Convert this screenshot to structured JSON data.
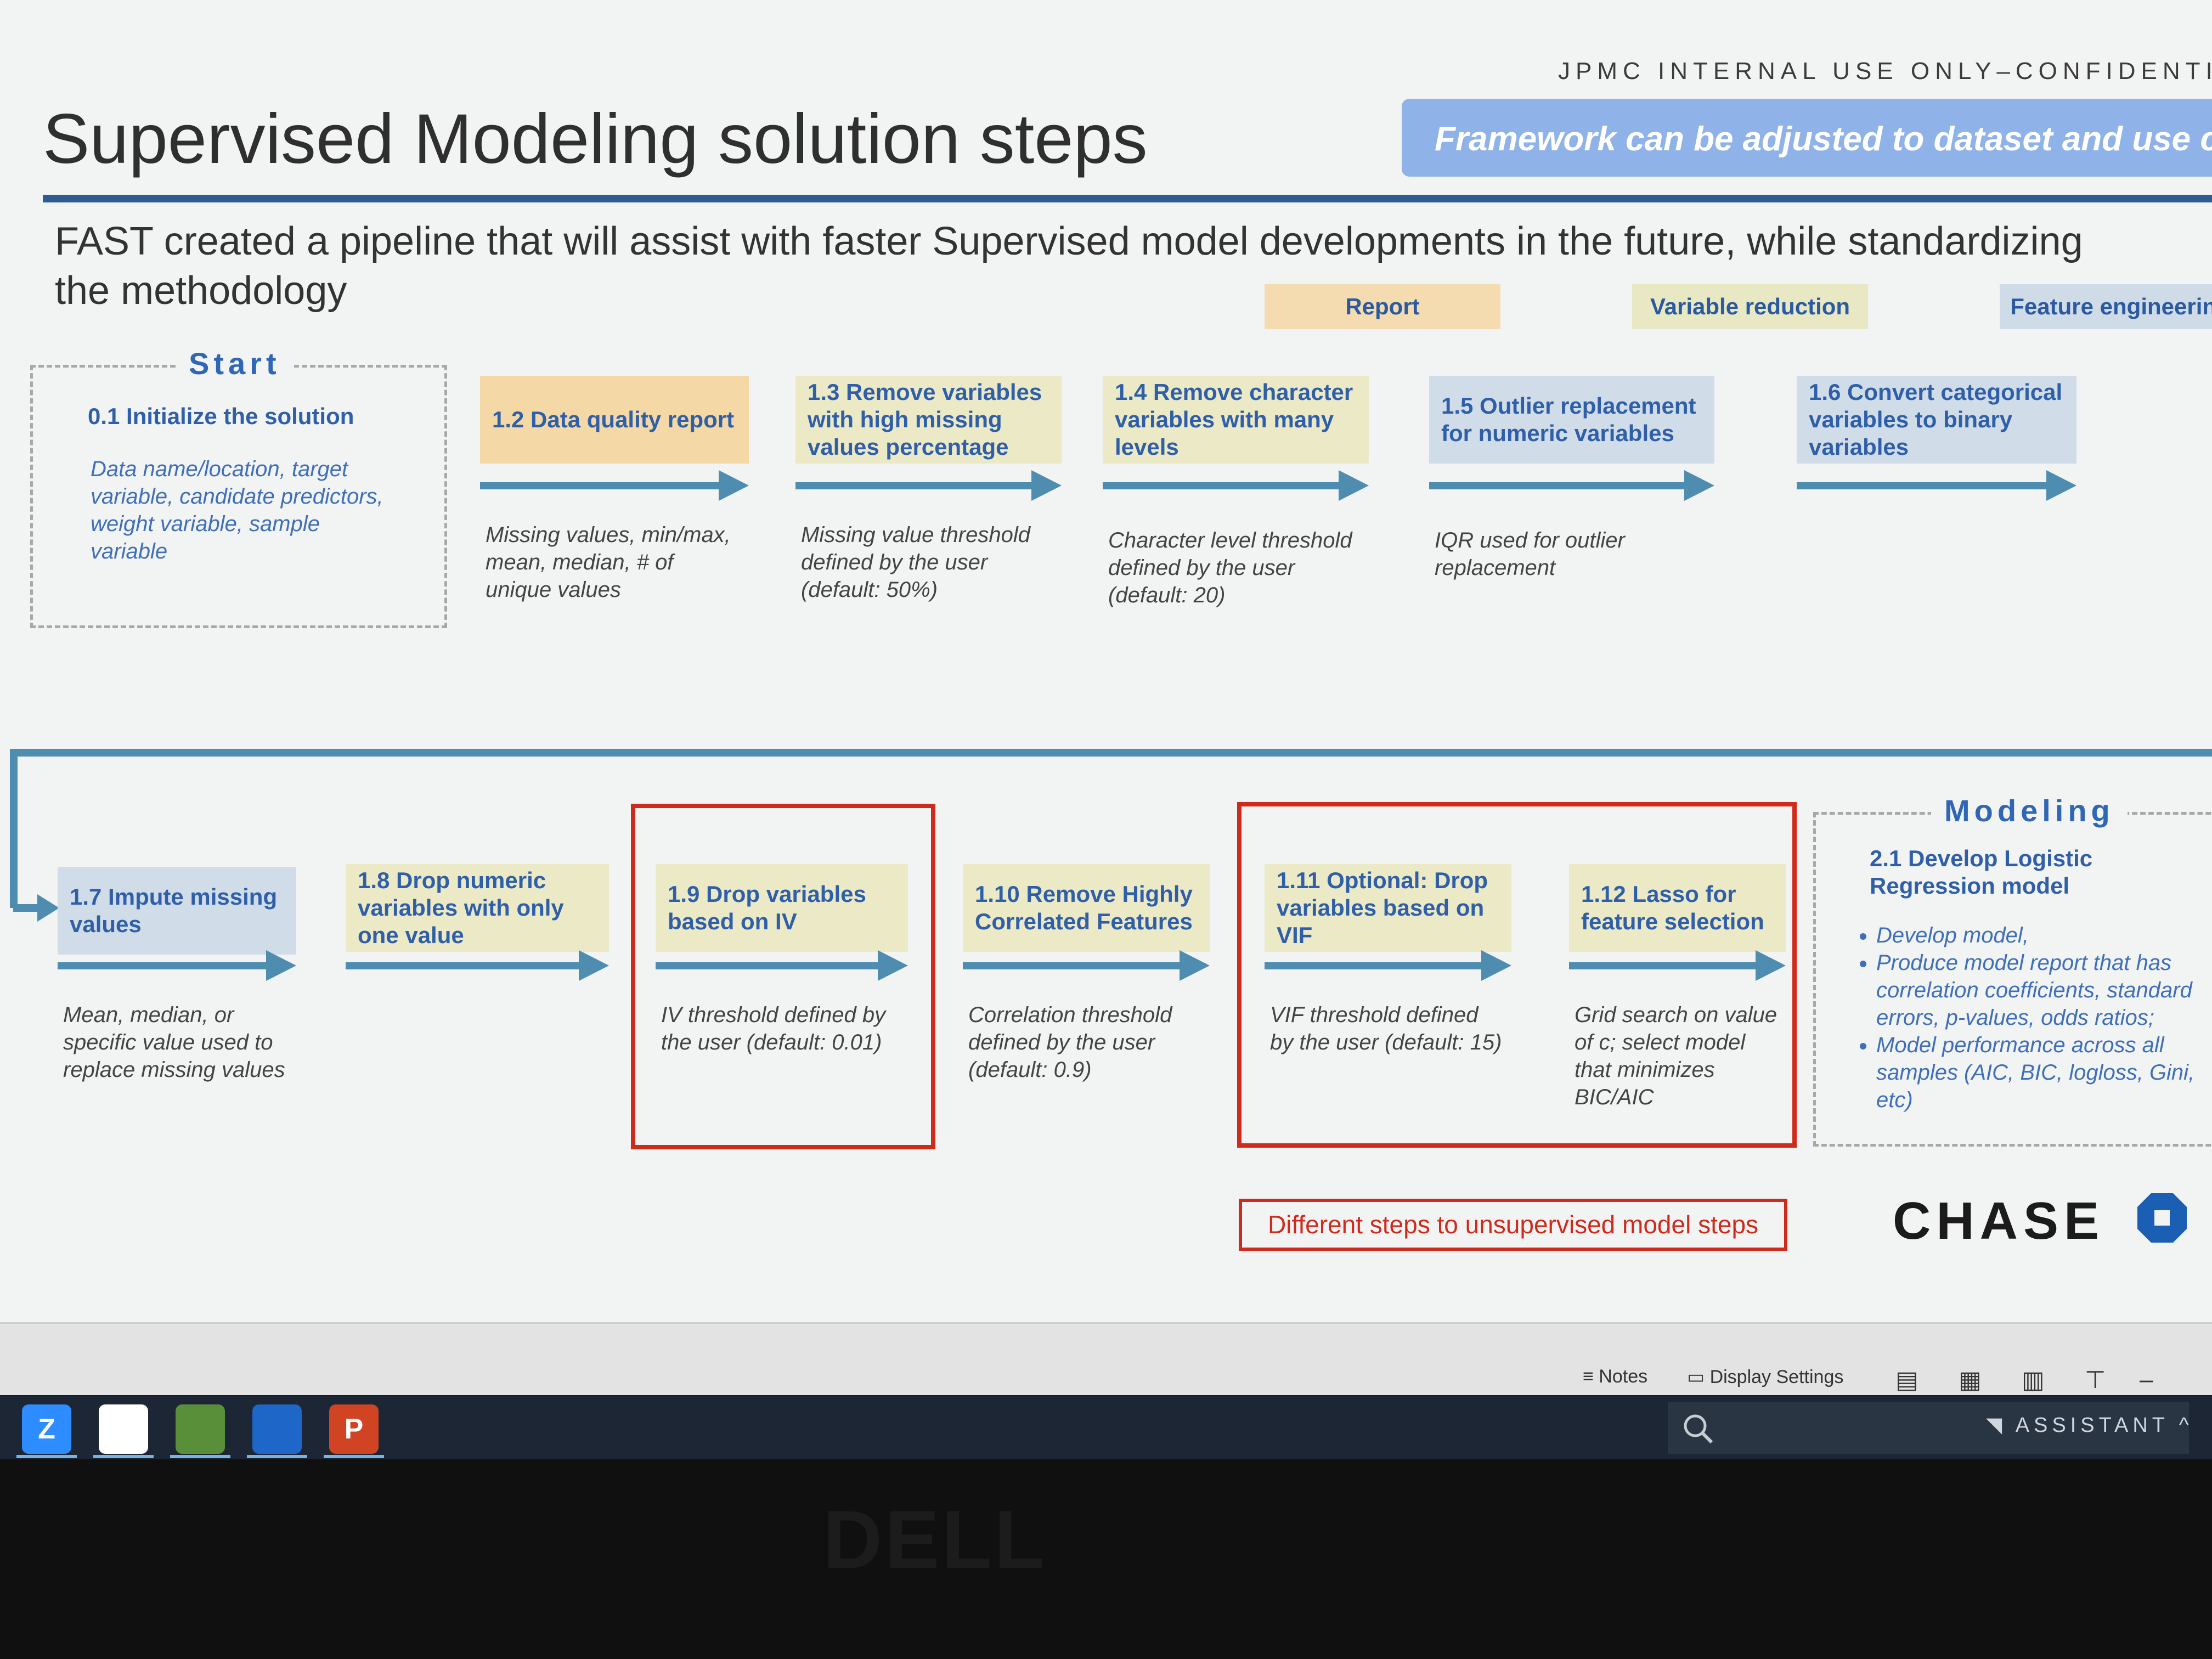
{
  "slide": {
    "confidential": "JPMC INTERNAL USE ONLY–CONFIDENTIA",
    "title": "Supervised Modeling solution steps",
    "banner": "Framework can be adjusted to dataset and use case",
    "subtitle": "FAST created a pipeline that will assist with faster Supervised model developments in the future, while standardizing the methodology",
    "legend": {
      "report": "Report",
      "variable_reduction": "Variable reduction",
      "feature_engineering": "Feature engineering"
    },
    "start": {
      "label": "Start",
      "step": "0.1 Initialize the solution",
      "desc": "Data name/location, target variable, candidate predictors, weight variable, sample variable"
    },
    "row1": [
      {
        "title": "1.2 Data quality report",
        "desc": "Missing values, min/max, mean, median, # of unique values",
        "category": "report"
      },
      {
        "title": "1.3 Remove variables with high missing values percentage",
        "desc": "Missing value threshold defined by the user (default: 50%)",
        "category": "variable_reduction"
      },
      {
        "title": "1.4 Remove character variables with many levels",
        "desc": "Character level threshold defined by the user (default: 20)",
        "category": "variable_reduction"
      },
      {
        "title": "1.5 Outlier replacement for numeric variables",
        "desc": "IQR used for outlier replacement",
        "category": "feature_engineering"
      },
      {
        "title": "1.6 Convert categorical variables to binary variables",
        "desc": "",
        "category": "feature_engineering"
      }
    ],
    "row2": [
      {
        "title": "1.7 Impute missing values",
        "desc": "Mean, median, or specific value used to replace missing values",
        "category": "feature_engineering"
      },
      {
        "title": "1.8 Drop numeric variables with only one value",
        "desc": "",
        "category": "variable_reduction"
      },
      {
        "title": "1.9 Drop variables based on IV",
        "desc": "IV threshold defined by the user (default: 0.01)",
        "category": "variable_reduction"
      },
      {
        "title": "1.10 Remove Highly Correlated Features",
        "desc": "Correlation threshold defined by the user (default: 0.9)",
        "category": "variable_reduction"
      },
      {
        "title": "1.11 Optional: Drop variables based on VIF",
        "desc": "VIF threshold defined by the user (default: 15)",
        "category": "variable_reduction"
      },
      {
        "title": "1.12 Lasso for feature selection",
        "desc": "Grid search on value of c; select model that minimizes BIC/AIC",
        "category": "variable_reduction"
      }
    ],
    "modeling": {
      "label": "Modeling",
      "step": "2.1 Develop Logistic Regression model",
      "bullets": [
        "Develop model,",
        "Produce model report that has correlation coefficients, standard errors, p-values, odds ratios;",
        "Model performance across all samples (AIC, BIC, logloss, Gini, etc)"
      ]
    },
    "note": "Different steps to unsupervised model steps",
    "logo": "CHASE"
  },
  "statusbar": {
    "notes": "Notes",
    "display_settings": "Display Settings"
  },
  "taskbar": {
    "apps": [
      {
        "name": "zoom-icon",
        "glyph": "Z"
      },
      {
        "name": "chrome-icon",
        "glyph": ""
      },
      {
        "name": "sas-icon",
        "glyph": ""
      },
      {
        "name": "maps-icon",
        "glyph": ""
      },
      {
        "name": "powerpoint-icon",
        "glyph": "P"
      }
    ],
    "assistant": "ASSISTANT"
  },
  "monitor": {
    "brand": "DELL"
  },
  "colors": {
    "accent_blue": "#2d5b93",
    "step_text": "#2f5fa8",
    "report": "#f4d9a6",
    "variable_reduction": "#ebe9c6",
    "feature_engineering": "#d0dde8",
    "red": "#cf2b1c",
    "arrow": "#4f8db0"
  }
}
